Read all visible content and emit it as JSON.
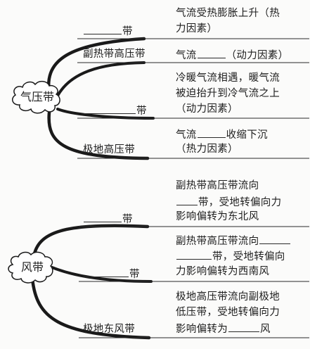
{
  "pressure": {
    "label": "气压带",
    "rows": [
      {
        "name_prefix": "",
        "name_suffix": "带",
        "lines": [
          {
            "text": "气流受热膨胀上升（热"
          },
          {
            "text": "力因素）"
          }
        ]
      },
      {
        "name": "副热带高压带",
        "lines": [
          {
            "pre": "气流",
            "post": "（动力因素）"
          }
        ]
      },
      {
        "name_prefix": "",
        "name_suffix": "带",
        "lines": [
          {
            "text": "冷暖气流相遇，暖气流"
          },
          {
            "text": "被迫抬升到冷气流之上"
          },
          {
            "text": "（动力因素）"
          }
        ]
      },
      {
        "name": "极地高压带",
        "lines": [
          {
            "pre": "气流",
            "post": "收缩下沉"
          },
          {
            "text": "（热力因素）"
          }
        ]
      }
    ]
  },
  "wind": {
    "label": "风带",
    "rows": [
      {
        "name_prefix": "",
        "name_suffix": "带",
        "lines": [
          {
            "text": "副热带高压带流向"
          },
          {
            "pre": "",
            "post": "带，受地转偏向力"
          },
          {
            "text": "影响偏转为东北风"
          }
        ]
      },
      {
        "name_prefix": "",
        "name_suffix": "带",
        "lines": [
          {
            "pre": "副热带高压带流向",
            "post": ""
          },
          {
            "pre": "",
            "post": "带，受地转偏向"
          },
          {
            "text": "力影响偏转为西南风"
          }
        ]
      },
      {
        "name": "极地东风带",
        "lines": [
          {
            "text": "极地高压带流向副极地"
          },
          {
            "text": "低压带，受地转偏向力"
          },
          {
            "pre": "影响偏转为",
            "post": "风"
          }
        ]
      }
    ]
  }
}
